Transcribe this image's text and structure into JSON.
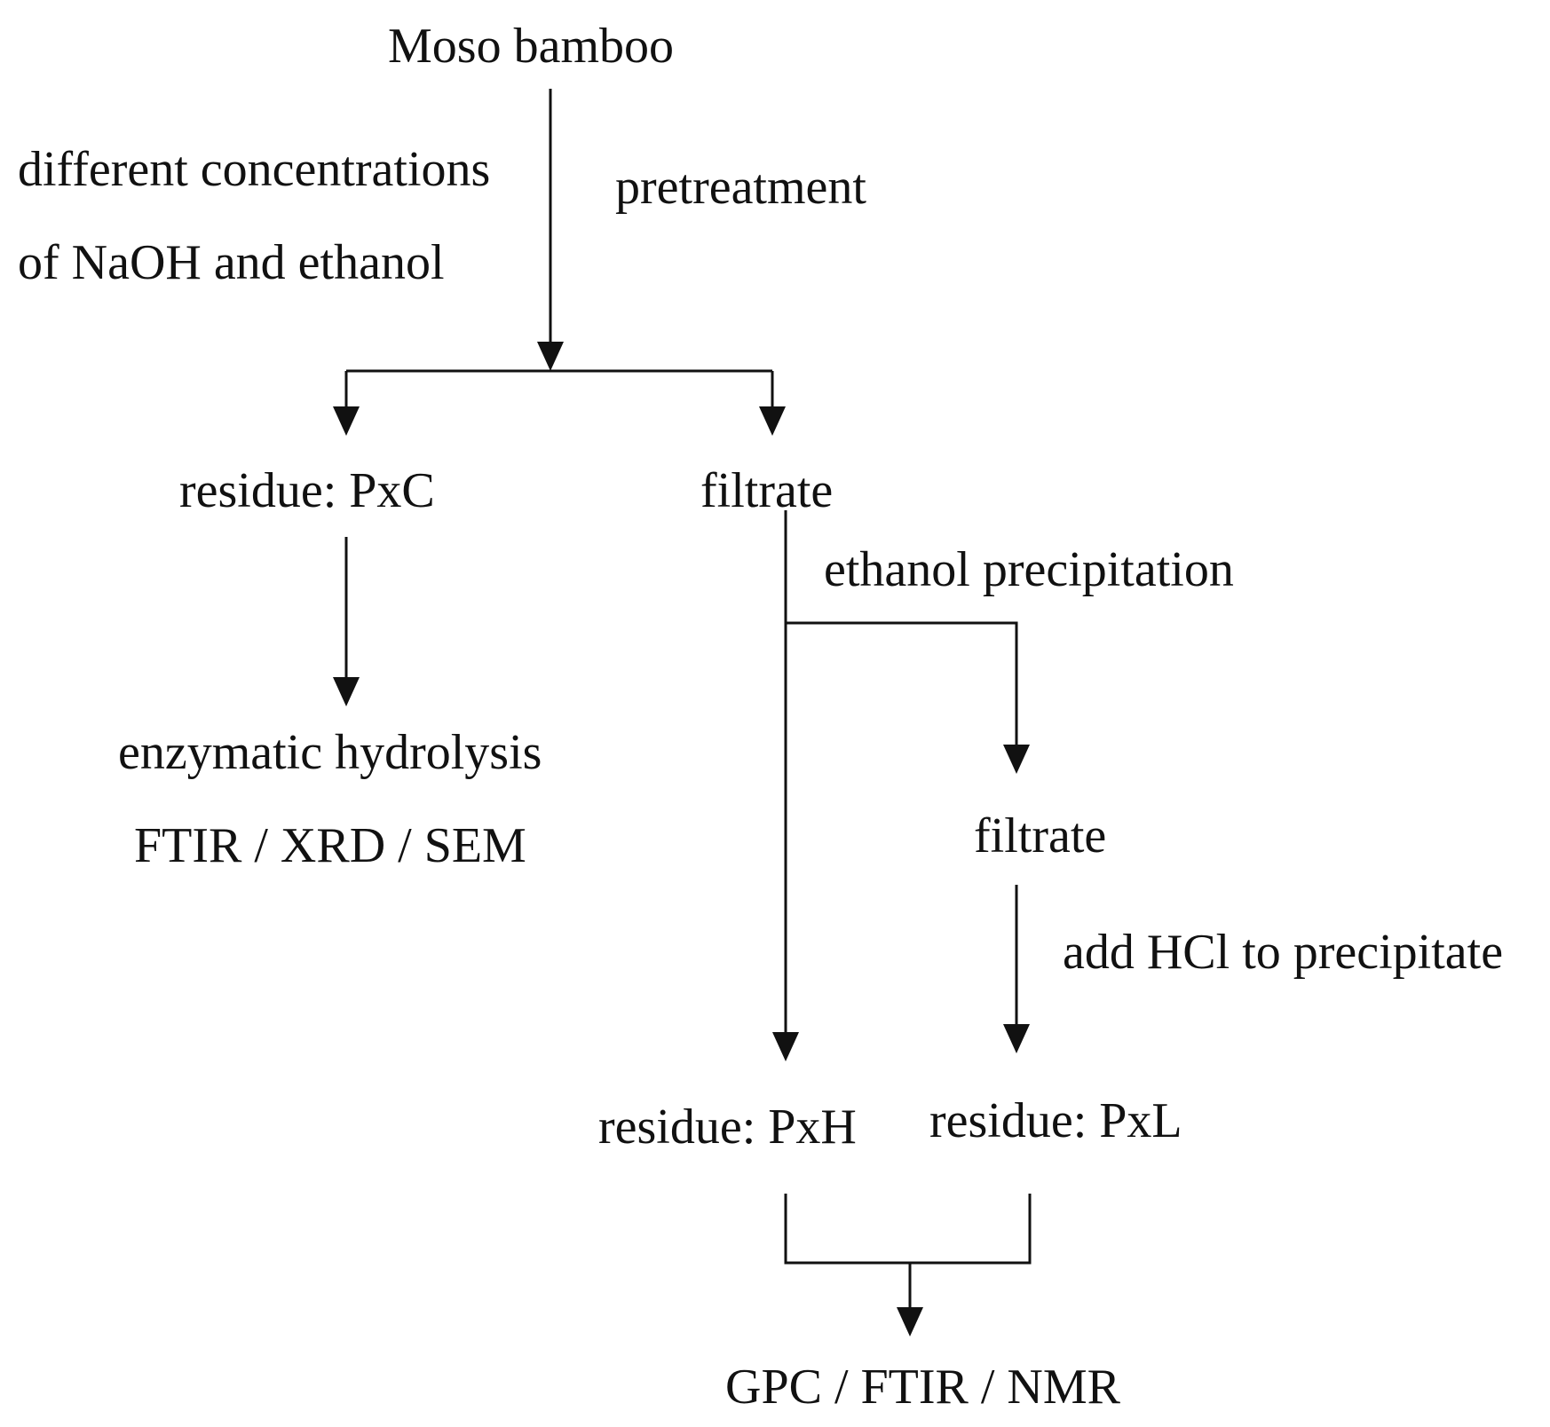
{
  "nodes": {
    "start": "Moso bamboo",
    "residue_c": "residue: PxC",
    "filtrate_1": "filtrate",
    "enzymatic": "enzymatic hydrolysis",
    "analysis_c": "FTIR / XRD / SEM",
    "filtrate_2": "filtrate",
    "residue_h": "residue: PxH",
    "residue_l": "residue: PxL",
    "analysis_hl": "GPC / FTIR / NMR"
  },
  "edge_labels": {
    "conditions_line1": "different concentrations",
    "conditions_line2": "of NaOH and ethanol",
    "pretreatment": "pretreatment",
    "ethanol_precipitation": "ethanol precipitation",
    "add_hcl": "add HCl to precipitate"
  },
  "colors": {
    "text": "#111111",
    "line": "#111111",
    "background": "#ffffff"
  }
}
